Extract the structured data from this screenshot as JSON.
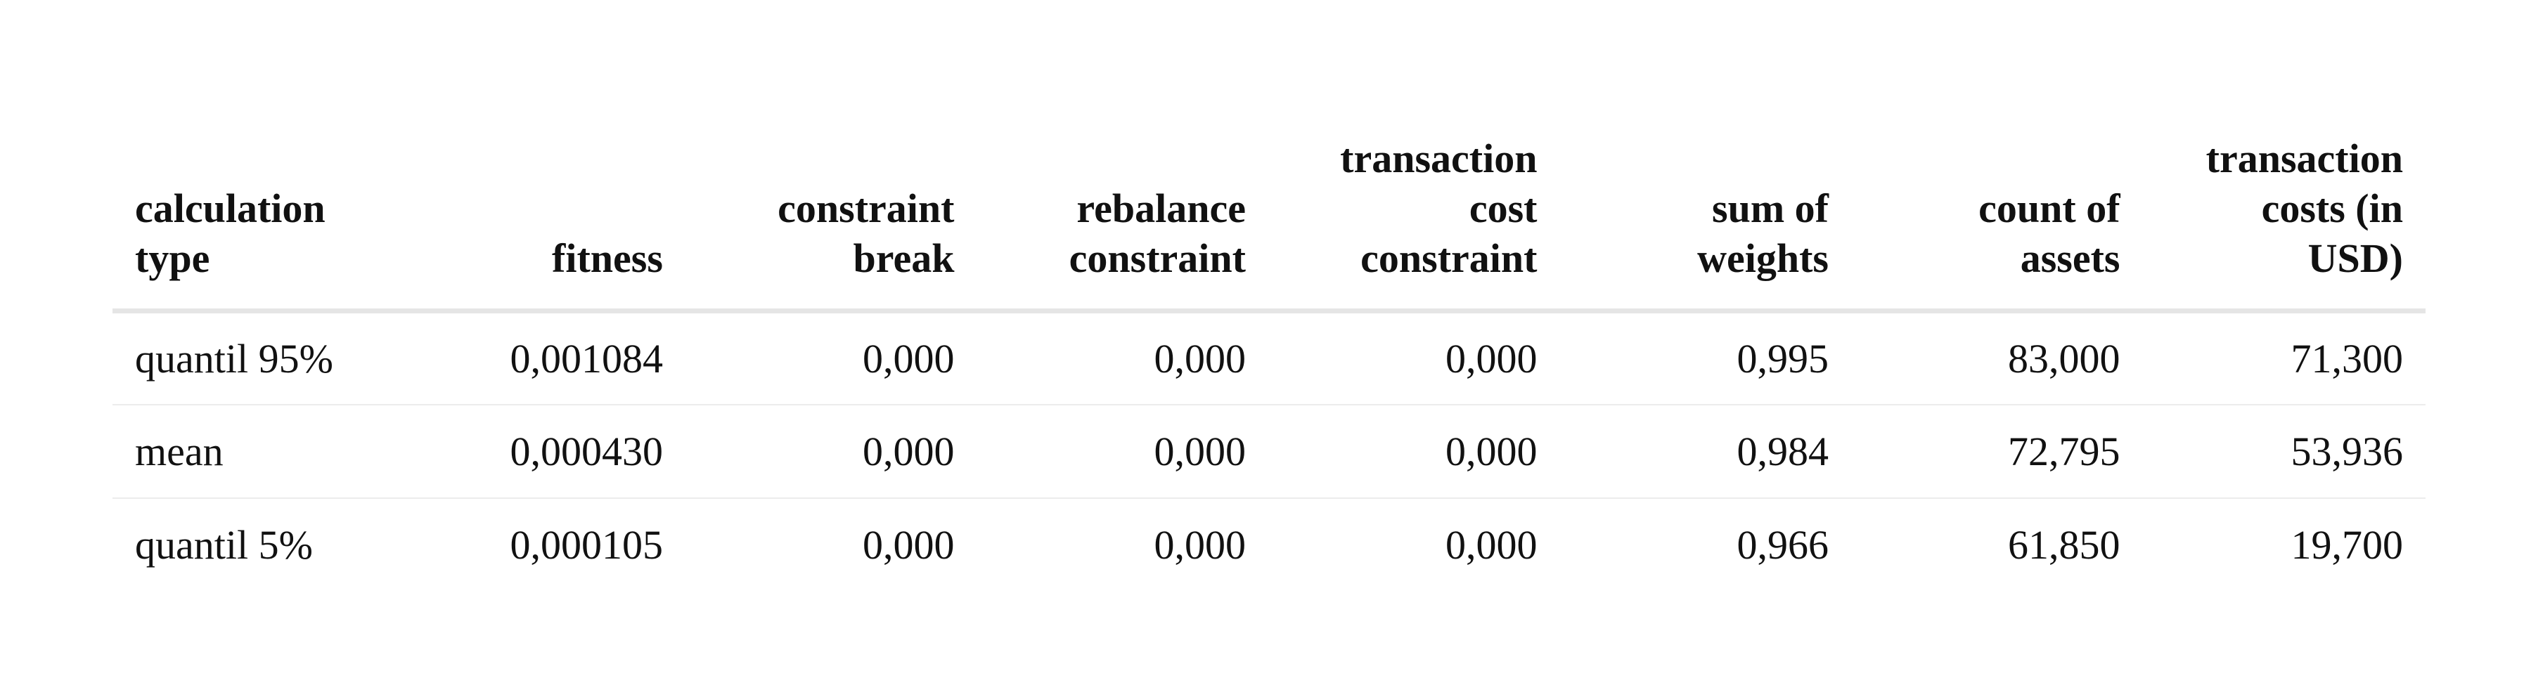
{
  "table": {
    "columns": [
      "calculation type",
      "fitness",
      "constraint break",
      "rebalance constraint",
      "transaction cost constraint",
      "sum of weights",
      "count of assets",
      "transaction costs (in USD)"
    ],
    "rows": [
      [
        "quantil 95%",
        "0,001084",
        "0,000",
        "0,000",
        "0,000",
        "0,995",
        "83,000",
        "71,300"
      ],
      [
        "mean",
        "0,000430",
        "0,000",
        "0,000",
        "0,000",
        "0,984",
        "72,795",
        "53,936"
      ],
      [
        "quantil 5%",
        "0,000105",
        "0,000",
        "0,000",
        "0,000",
        "0,966",
        "61,850",
        "19,700"
      ]
    ]
  }
}
